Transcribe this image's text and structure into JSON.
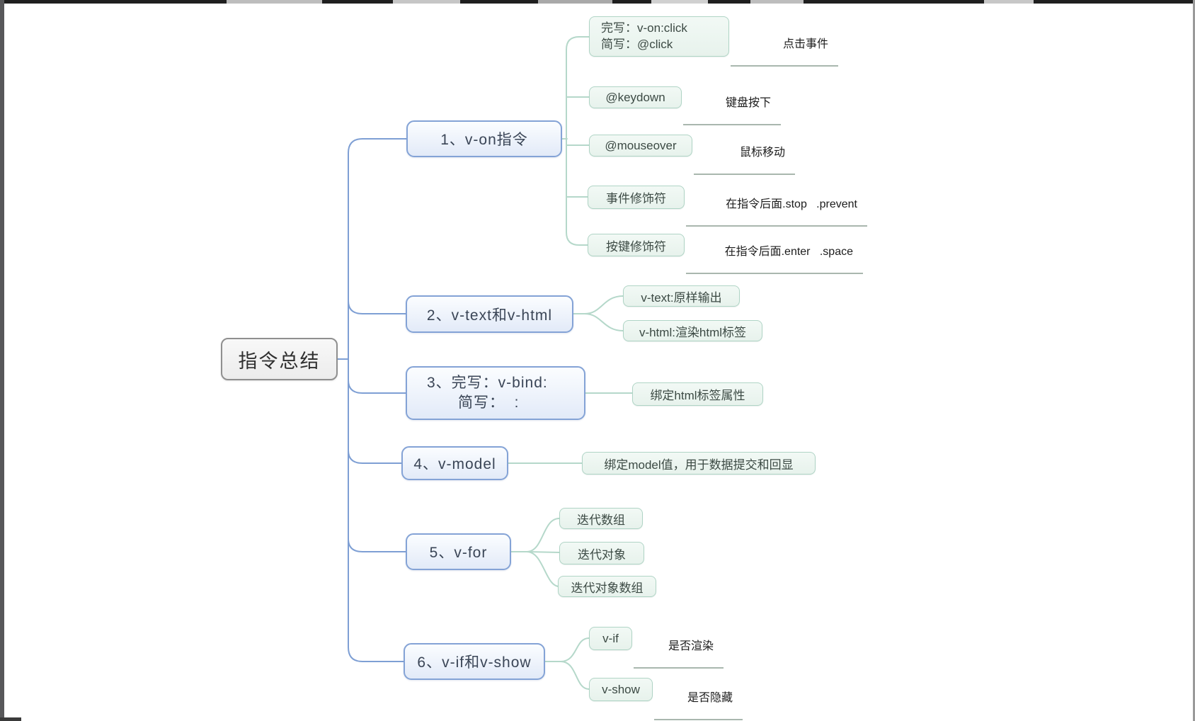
{
  "root": {
    "label": "指令总结"
  },
  "branches": [
    {
      "label": "1、v-on指令",
      "children": [
        {
          "line1": "完写：v-on:click",
          "line2": "简写：@click",
          "note": "点击事件"
        },
        {
          "label": "@keydown",
          "note": "键盘按下"
        },
        {
          "label": "@mouseover",
          "note": "鼠标移动"
        },
        {
          "label": "事件修饰符",
          "note": "在指令后面.stop   .prevent"
        },
        {
          "label": "按键修饰符",
          "note": "在指令后面.enter   .space"
        }
      ]
    },
    {
      "label": "2、v-text和v-html",
      "children": [
        {
          "label": "v-text:原样输出"
        },
        {
          "label": "v-html:渲染html标签"
        }
      ]
    },
    {
      "line1": "3、完写：v-bind:",
      "line2": "简写：  :",
      "children": [
        {
          "label": "绑定html标签属性"
        }
      ]
    },
    {
      "label": "4、v-model",
      "children": [
        {
          "label": "绑定model值，用于数据提交和回显"
        }
      ]
    },
    {
      "label": "5、v-for",
      "children": [
        {
          "label": "迭代数组"
        },
        {
          "label": "迭代对象"
        },
        {
          "label": "迭代对象数组"
        }
      ]
    },
    {
      "label": "6、v-if和v-show",
      "children": [
        {
          "label": "v-if",
          "note": "是否渲染"
        },
        {
          "label": "v-show",
          "note": "是否隐藏"
        }
      ]
    }
  ],
  "colors": {
    "branch_line_blue": "#7e9fd4",
    "child_line_green": "#b5d8ca",
    "note_line": "#a9b7ae",
    "blue_node_border": "#84a3d6",
    "green_node_border": "#afd4c5",
    "root_border": "#8f8f8f"
  }
}
